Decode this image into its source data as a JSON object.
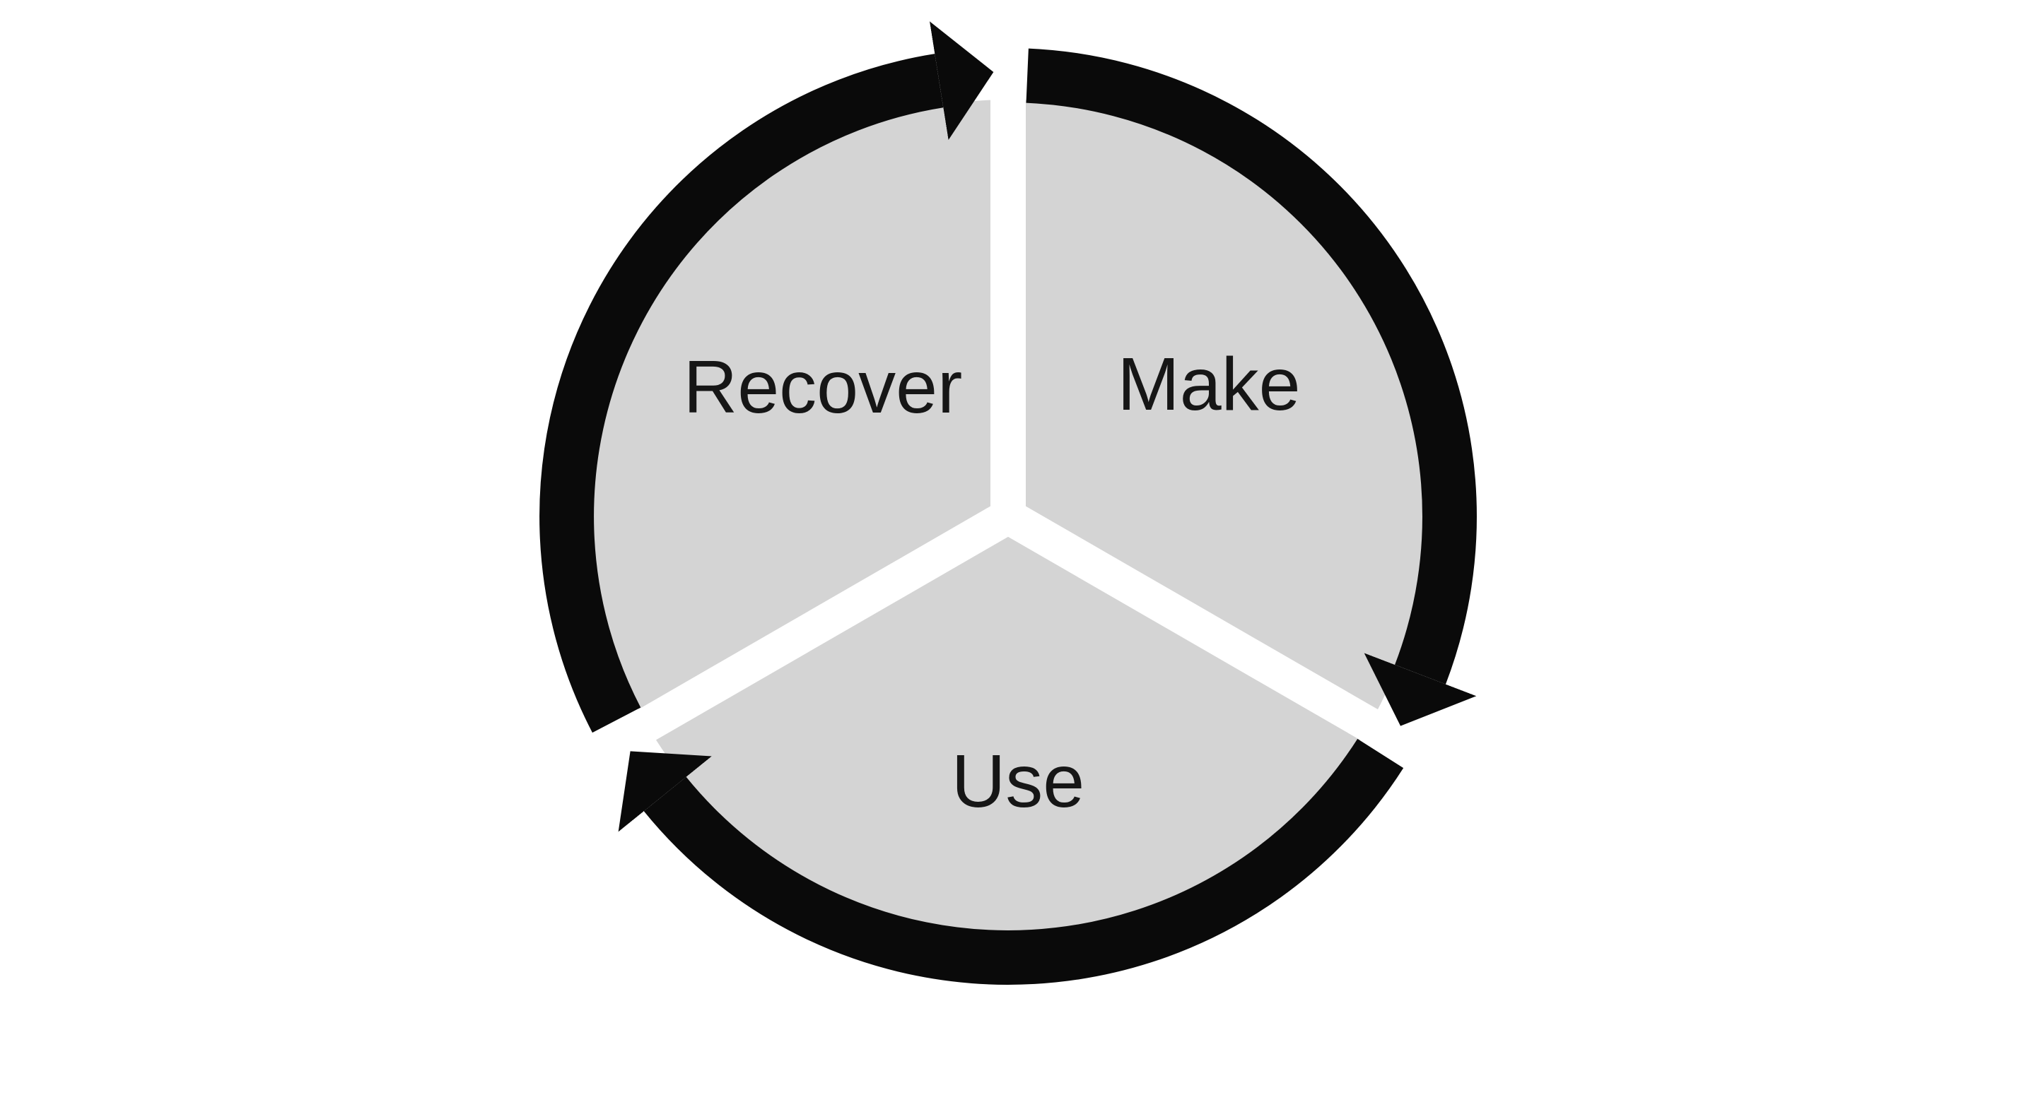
{
  "diagram": {
    "type": "cycle",
    "direction": "clockwise",
    "segments": [
      {
        "id": "recover",
        "label": "Recover",
        "position": "left"
      },
      {
        "id": "make",
        "label": "Make",
        "position": "right"
      },
      {
        "id": "use",
        "label": "Use",
        "position": "bottom"
      }
    ],
    "colors": {
      "arrow_ring": "#0a0a0a",
      "segment_fill": "#d4d4d4",
      "divider": "#ffffff",
      "label_text": "#161616",
      "background": "#ffffff"
    }
  }
}
